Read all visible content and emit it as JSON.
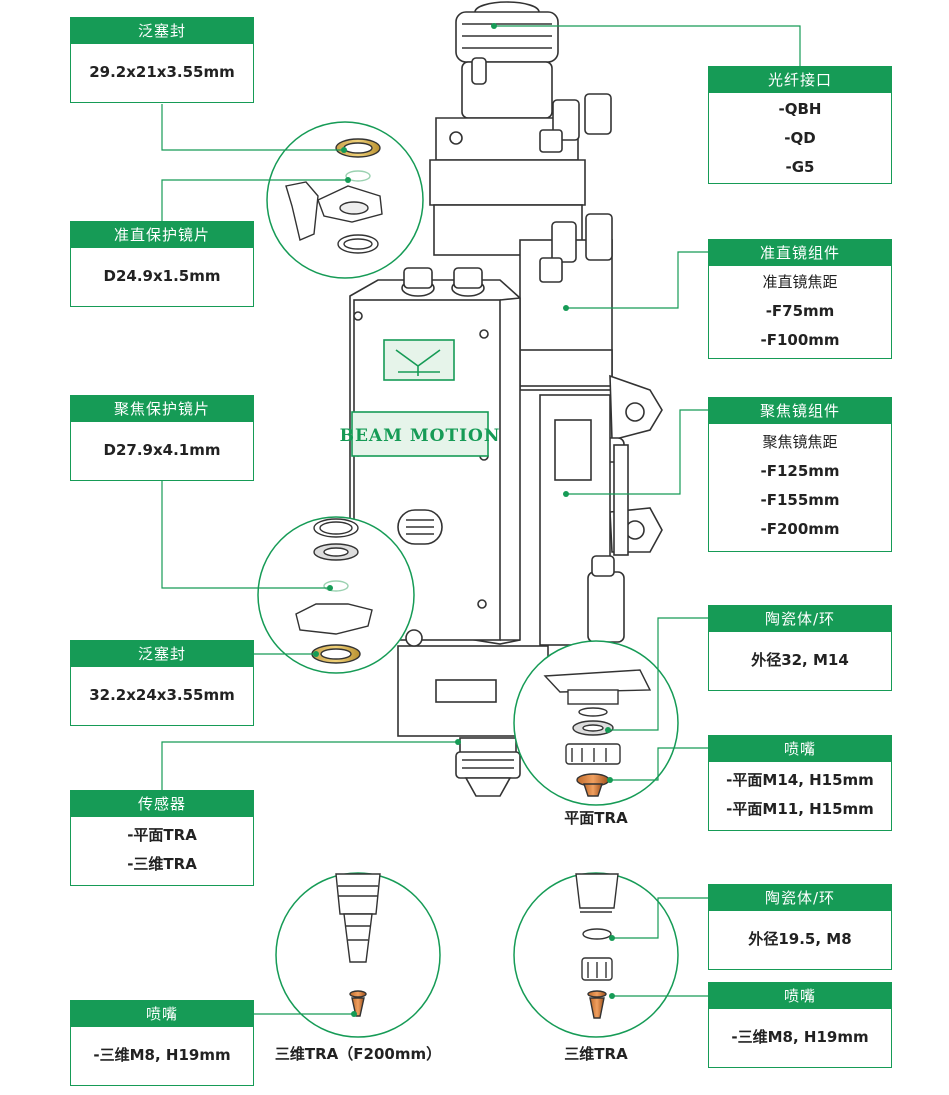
{
  "colors": {
    "accent": "#169b56",
    "line": "#169b56",
    "ink": "#333333"
  },
  "callouts": {
    "seal_top": {
      "title": "泛塞封",
      "lines": [
        "29.2x21x3.55mm"
      ]
    },
    "collimator_prot": {
      "title": "准直保护镜片",
      "lines": [
        "D24.9x1.5mm"
      ]
    },
    "focus_prot": {
      "title": "聚焦保护镜片",
      "lines": [
        "D27.9x4.1mm"
      ]
    },
    "seal_bottom": {
      "title": "泛塞封",
      "lines": [
        "32.2x24x3.55mm"
      ]
    },
    "sensor": {
      "title": "传感器",
      "lines": [
        "-平面TRA",
        "-三维TRA"
      ]
    },
    "nozzle_left": {
      "title": "喷嘴",
      "lines": [
        "-三维M8, H19mm"
      ]
    },
    "fiber": {
      "title": "光纤接口",
      "lines": [
        "-QBH",
        "-QD",
        "-G5"
      ]
    },
    "collimator": {
      "title": "准直镜组件",
      "lines": [
        "准直镜焦距",
        "-F75mm",
        "-F100mm"
      ]
    },
    "focus": {
      "title": "聚焦镜组件",
      "lines": [
        "聚焦镜焦距",
        "-F125mm",
        "-F155mm",
        "-F200mm"
      ]
    },
    "ceramic1": {
      "title": "陶瓷体/环",
      "lines": [
        "外径32, M14"
      ]
    },
    "nozzle1": {
      "title": "喷嘴",
      "lines": [
        "-平面M14, H15mm",
        "-平面M11, H15mm"
      ]
    },
    "ceramic2": {
      "title": "陶瓷体/环",
      "lines": [
        "外径19.5, M8"
      ]
    },
    "nozzle2": {
      "title": "喷嘴",
      "lines": [
        "-三维M8, H19mm"
      ]
    }
  },
  "captions": {
    "flat_tra": "平面TRA",
    "tra_3d_f200": "三维TRA（F200mm）",
    "tra_3d": "三维TRA"
  },
  "head": {
    "brand": "BEAM MOTION"
  }
}
